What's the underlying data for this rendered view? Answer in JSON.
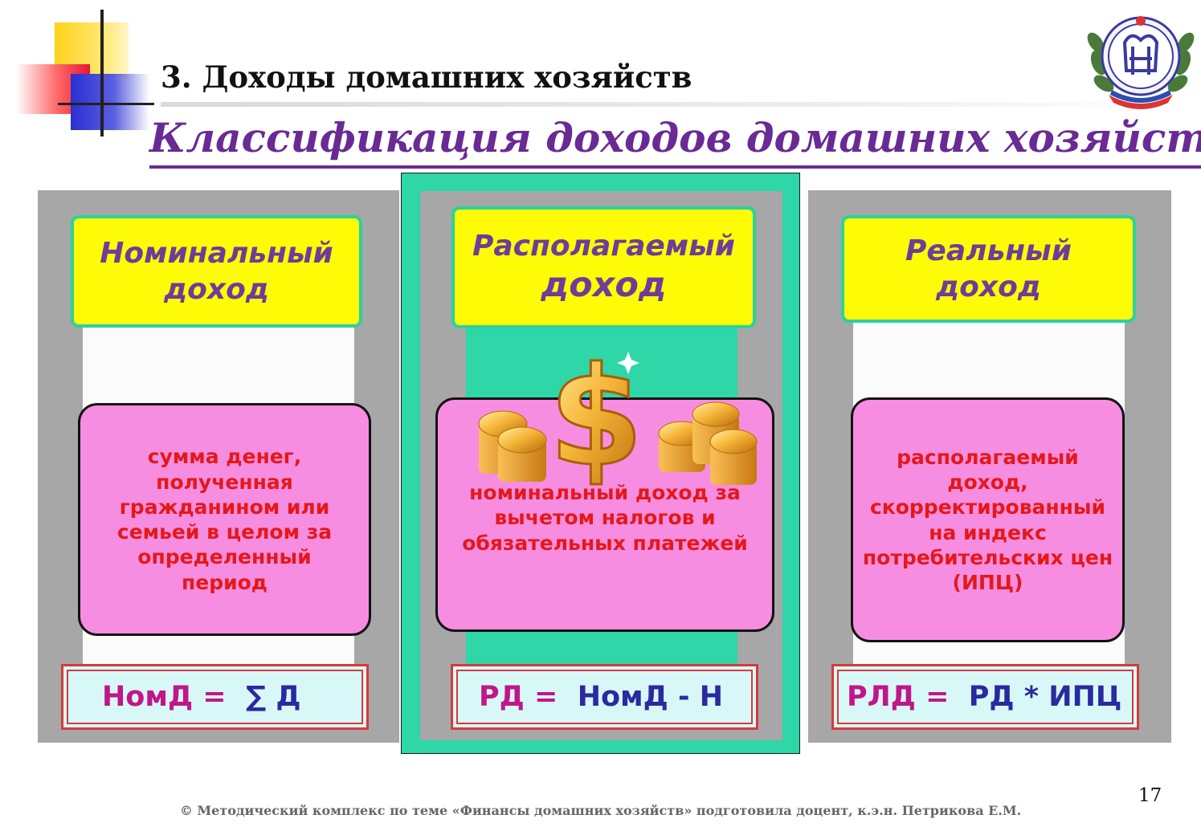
{
  "slide": {
    "heading": "3. Доходы домашних хозяйств",
    "subtitle": "Классификация доходов домашних хозяйств",
    "page_number": "17",
    "footer": "©  Методический комплекс по теме «Финансы домашних хозяйств» подготовила доцент, к.э.н. Петрикова Е.М."
  },
  "columns": [
    {
      "title_line1": "Номинальный",
      "title_line2": "доход",
      "definition": "сумма денег, полученная гражданином или семьей в целом за определенный период",
      "formula_left": "НомД =",
      "formula_right": "∑ Д"
    },
    {
      "title_line1": "Располагаемый",
      "title_line2": "доход",
      "definition": "номинальный доход за вычетом налогов и обязательных платежей",
      "formula_left": "РД =",
      "formula_right": "НомД - Н"
    },
    {
      "title_line1": "Реальный",
      "title_line2": "доход",
      "definition": "располагаемый доход, скорректированный на индекс потребительских цен (ИПЦ)",
      "formula_left": "РЛД =",
      "formula_right": "РД * ИПЦ"
    }
  ],
  "colors": {
    "title_purple": "#6a2a95",
    "box_yellow": "#fdfb06",
    "box_pink": "#f78de1",
    "text_red": "#e51818",
    "teal": "#2ed6a8",
    "formula_magenta": "#c1168a",
    "formula_navy": "#2a2aa0"
  },
  "icons": [
    "university-seal-icon",
    "dollar-sign-icon",
    "coin-stack-icon"
  ]
}
